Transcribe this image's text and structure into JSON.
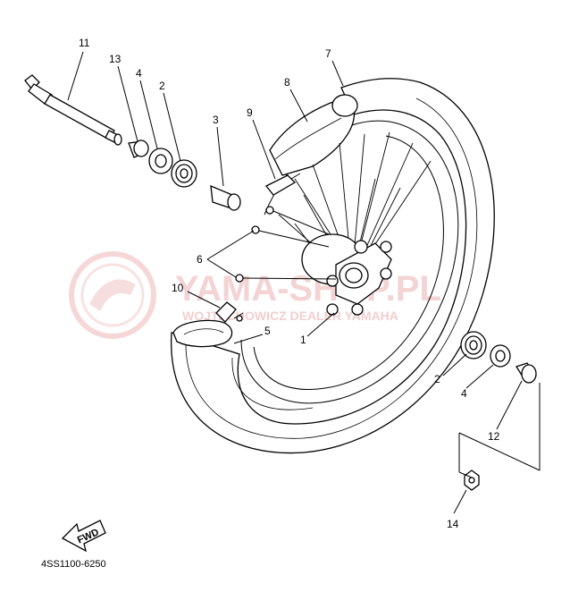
{
  "diagram": {
    "part_code": "4SS1100-6250",
    "fwd_label": "FWD",
    "watermark": {
      "main": "YAMA-SHOP.PL",
      "sub": "WOJTECHOWICZ DEALER YAMAHA"
    },
    "callouts": [
      {
        "id": "c11",
        "label": "11"
      },
      {
        "id": "c13",
        "label": "13"
      },
      {
        "id": "c4a",
        "label": "4"
      },
      {
        "id": "c2a",
        "label": "2"
      },
      {
        "id": "c3",
        "label": "3"
      },
      {
        "id": "c9",
        "label": "9"
      },
      {
        "id": "c8",
        "label": "8"
      },
      {
        "id": "c7",
        "label": "7"
      },
      {
        "id": "c6",
        "label": "6"
      },
      {
        "id": "c10",
        "label": "10"
      },
      {
        "id": "c5",
        "label": "5"
      },
      {
        "id": "c1",
        "label": "1"
      },
      {
        "id": "c2b",
        "label": "2"
      },
      {
        "id": "c4b",
        "label": "4"
      },
      {
        "id": "c12",
        "label": "12"
      },
      {
        "id": "c14",
        "label": "14"
      }
    ]
  }
}
